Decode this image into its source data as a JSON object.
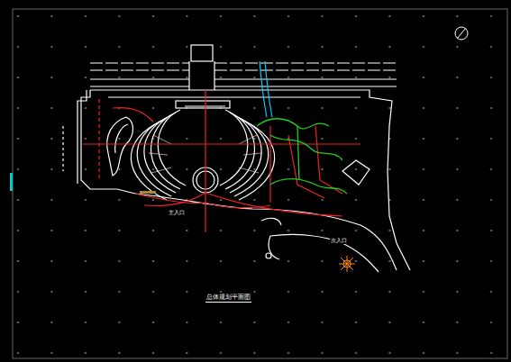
{
  "diagram": {
    "caption": "总体规划平面图",
    "labels": [
      "主入口",
      "次入口"
    ]
  }
}
